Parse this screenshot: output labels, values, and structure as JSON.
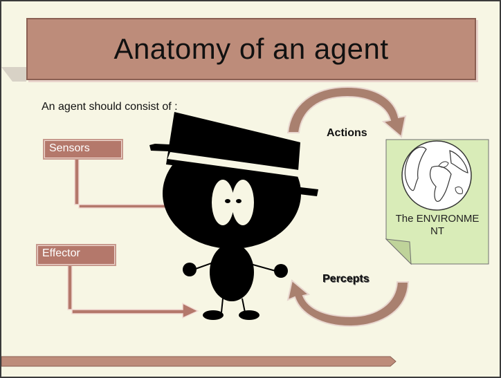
{
  "slide": {
    "title": "Anatomy of an agent",
    "intro": "An agent should consist of :"
  },
  "labels": {
    "sensors": "Sensors",
    "effector": "Effector",
    "actions": "Actions",
    "percepts": "Percepts",
    "environment": "The ENVIRONMENT"
  },
  "colors": {
    "title_fill": "#bd8c7a",
    "label_fill": "#b4786b",
    "arrow_fill": "#a9806f",
    "env_fill": "#d9ecb8",
    "background": "#f7f6e4"
  },
  "icons": {
    "agent": "agent-figure-icon",
    "globe": "globe-icon"
  }
}
